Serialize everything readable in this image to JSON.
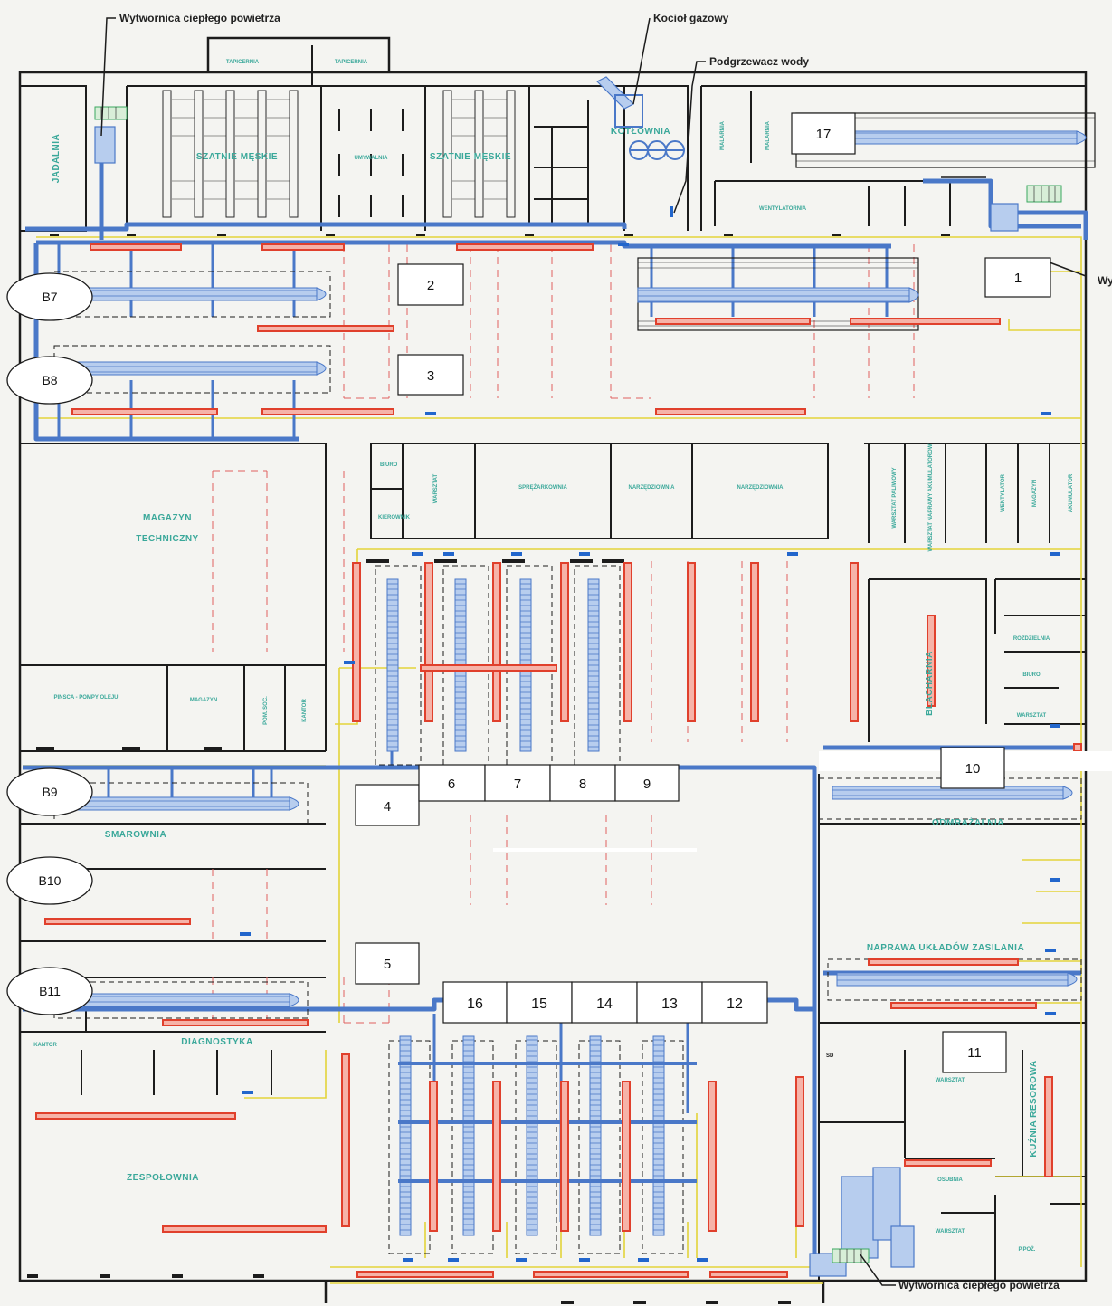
{
  "callouts": {
    "heater_top": "Wytwornica ciepłego powietrza",
    "boiler": "Kocioł gazowy",
    "water_heater": "Podgrzewacz wody",
    "heater_bottom": "Wytwornica ciepłego powietrza",
    "right_edge": "Wy"
  },
  "rooms": {
    "jadalnia": "JADALNIA",
    "tapicernia_1": "TAPICERNIA",
    "tapicernia_2": "TAPICERNIA",
    "szatnie_1": "SZATNIE MĘSKIE",
    "umywalnia": "UMYWALNIA",
    "szatnie_2": "SZATNIE MĘSKIE",
    "kotlownia": "KOTŁOWNIA",
    "malarnia_1": "MALARNIA",
    "malarnia_2": "MALARNIA",
    "wentylatornia": "WENTYLATORNIA",
    "magazyn_tech_1": "MAGAZYN",
    "magazyn_tech_2": "TECHNICZNY",
    "biuro": "BIURO",
    "kierownik": "KIEROWNIK",
    "warsztat": "WARSZTAT",
    "sprezarkownia": "SPRĘŻARKOWNIA",
    "narzedziownia_1": "NARZĘDZIOWNIA",
    "narzedziownia_2": "NARZĘDZIOWNIA",
    "warsztat_paliwowy": "WARSZTAT PALIWOWY",
    "warsztat_akum": "WARSZTAT NAPRAWY AKUMULATORÓW",
    "wentylator": "WENTYLATOR",
    "magazyn_r": "MAGAZYN",
    "akumulator": "AKUMULATOR",
    "pinsca": "PINSCA - POMPY OLEJU",
    "magazyn_m": "MAGAZYN",
    "pom_soc": "POM. SOC.",
    "kantor": "KANTOR",
    "blacharnia": "BLACHARNIA",
    "rozdzielnia": "ROZDZIELNIA",
    "biuro_r": "BIURO",
    "warsztat_r": "WARSZTAT",
    "smarownia": "SMAROWNIA",
    "odmrazalnia": "ODMRAŻALNIA",
    "naprawa": "NAPRAWA UKŁADÓW ZASILANIA",
    "kantor_2": "KANTOR",
    "diagnostyka": "DIAGNOSTYKA",
    "zespolownia": "ZESPOŁOWNIA",
    "warsztat_b": "WARSZTAT",
    "osubnia": "OSUBNIA",
    "kuznia": "KUŹNIA RESOROWA",
    "warsztat_b2": "WARSZTAT",
    "ppoz": "P.POŻ.",
    "sd": "SD"
  },
  "labels": {
    "b7": "B7",
    "b8": "B8",
    "b9": "B9",
    "b10": "B10",
    "b11": "B11",
    "n1": "1",
    "n2": "2",
    "n3": "3",
    "n4": "4",
    "n5": "5",
    "n6": "6",
    "n7": "7",
    "n8": "8",
    "n9": "9",
    "n10": "10",
    "n11": "11",
    "n12": "12",
    "n13": "13",
    "n14": "14",
    "n15": "15",
    "n16": "16",
    "n17": "17"
  },
  "colors": {
    "wall": "#1c1c1c",
    "duct": "#4a78c8",
    "duct_light": "#a9c4ea",
    "heater": "#e0402c",
    "heater_light": "#f6b3a8",
    "pipe": "#e3d43a",
    "dash": "#e06060",
    "room_text": "#3aa89a"
  }
}
